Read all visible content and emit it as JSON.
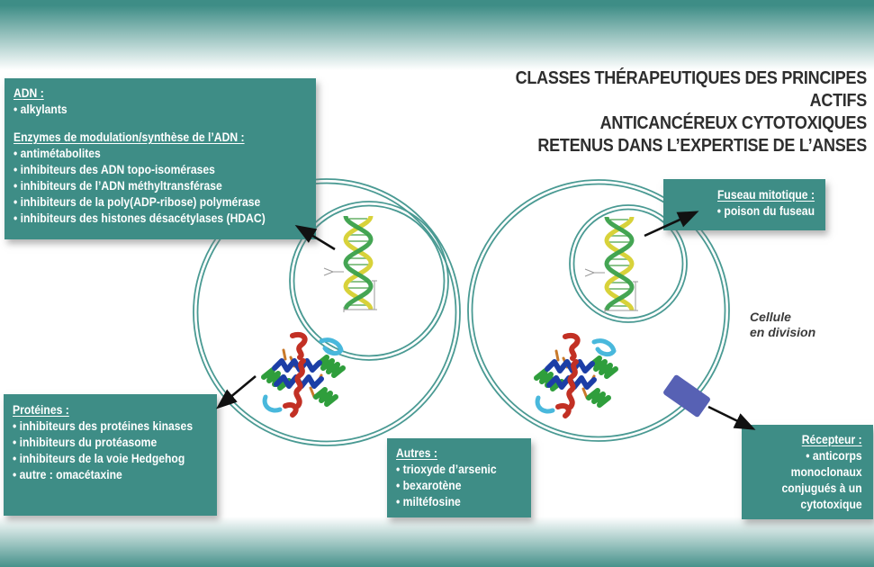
{
  "title": {
    "lines": [
      "CLASSES THÉRAPEUTIQUES DES PRINCIPES ACTIFS",
      "ANTICANCÉREUX CYTOTOXIQUES",
      "RETENUS DANS L’EXPERTISE DE L’ANSES"
    ]
  },
  "boxes": {
    "adn": {
      "heading1": "ADN :",
      "items1": [
        "alkylants"
      ],
      "heading2": "Enzymes de modulation/synthèse de l’ADN :",
      "items2": [
        "antimétabolites",
        "inhibiteurs des ADN topo-isomérases",
        "inhibiteurs de l’ADN méthyltransférase",
        "inhibiteurs de la poly(ADP-ribose) polymérase",
        "inhibiteurs des histones désacétylases (HDAC)"
      ]
    },
    "proteines": {
      "heading": "Protéines :",
      "items": [
        "inhibiteurs des protéines kinases",
        "inhibiteurs du protéasome",
        "inhibiteurs de la voie Hedgehog",
        "autre : omacétaxine"
      ]
    },
    "autres": {
      "heading": "Autres :",
      "items": [
        "trioxyde d’arsenic",
        "bexarotène",
        "miltéfosine"
      ]
    },
    "fuseau": {
      "heading": "Fuseau mitotique :",
      "items": [
        "poison du fuseau"
      ]
    },
    "recepteur": {
      "heading": "Récepteur :",
      "items": [
        "anticorps monoclonaux conjugués à un cytotoxique"
      ]
    }
  },
  "cell_label": {
    "lines": [
      "Cellule",
      "en division"
    ]
  },
  "colors": {
    "teal_box": "#3E8D86",
    "membrane_stroke": "#4A9A93",
    "receptor_blue": "#5761B4",
    "arrow_black": "#111111",
    "title_text": "#2E2E2E",
    "dna_green": "#3AA04A",
    "dna_yellow": "#D8D23A"
  }
}
